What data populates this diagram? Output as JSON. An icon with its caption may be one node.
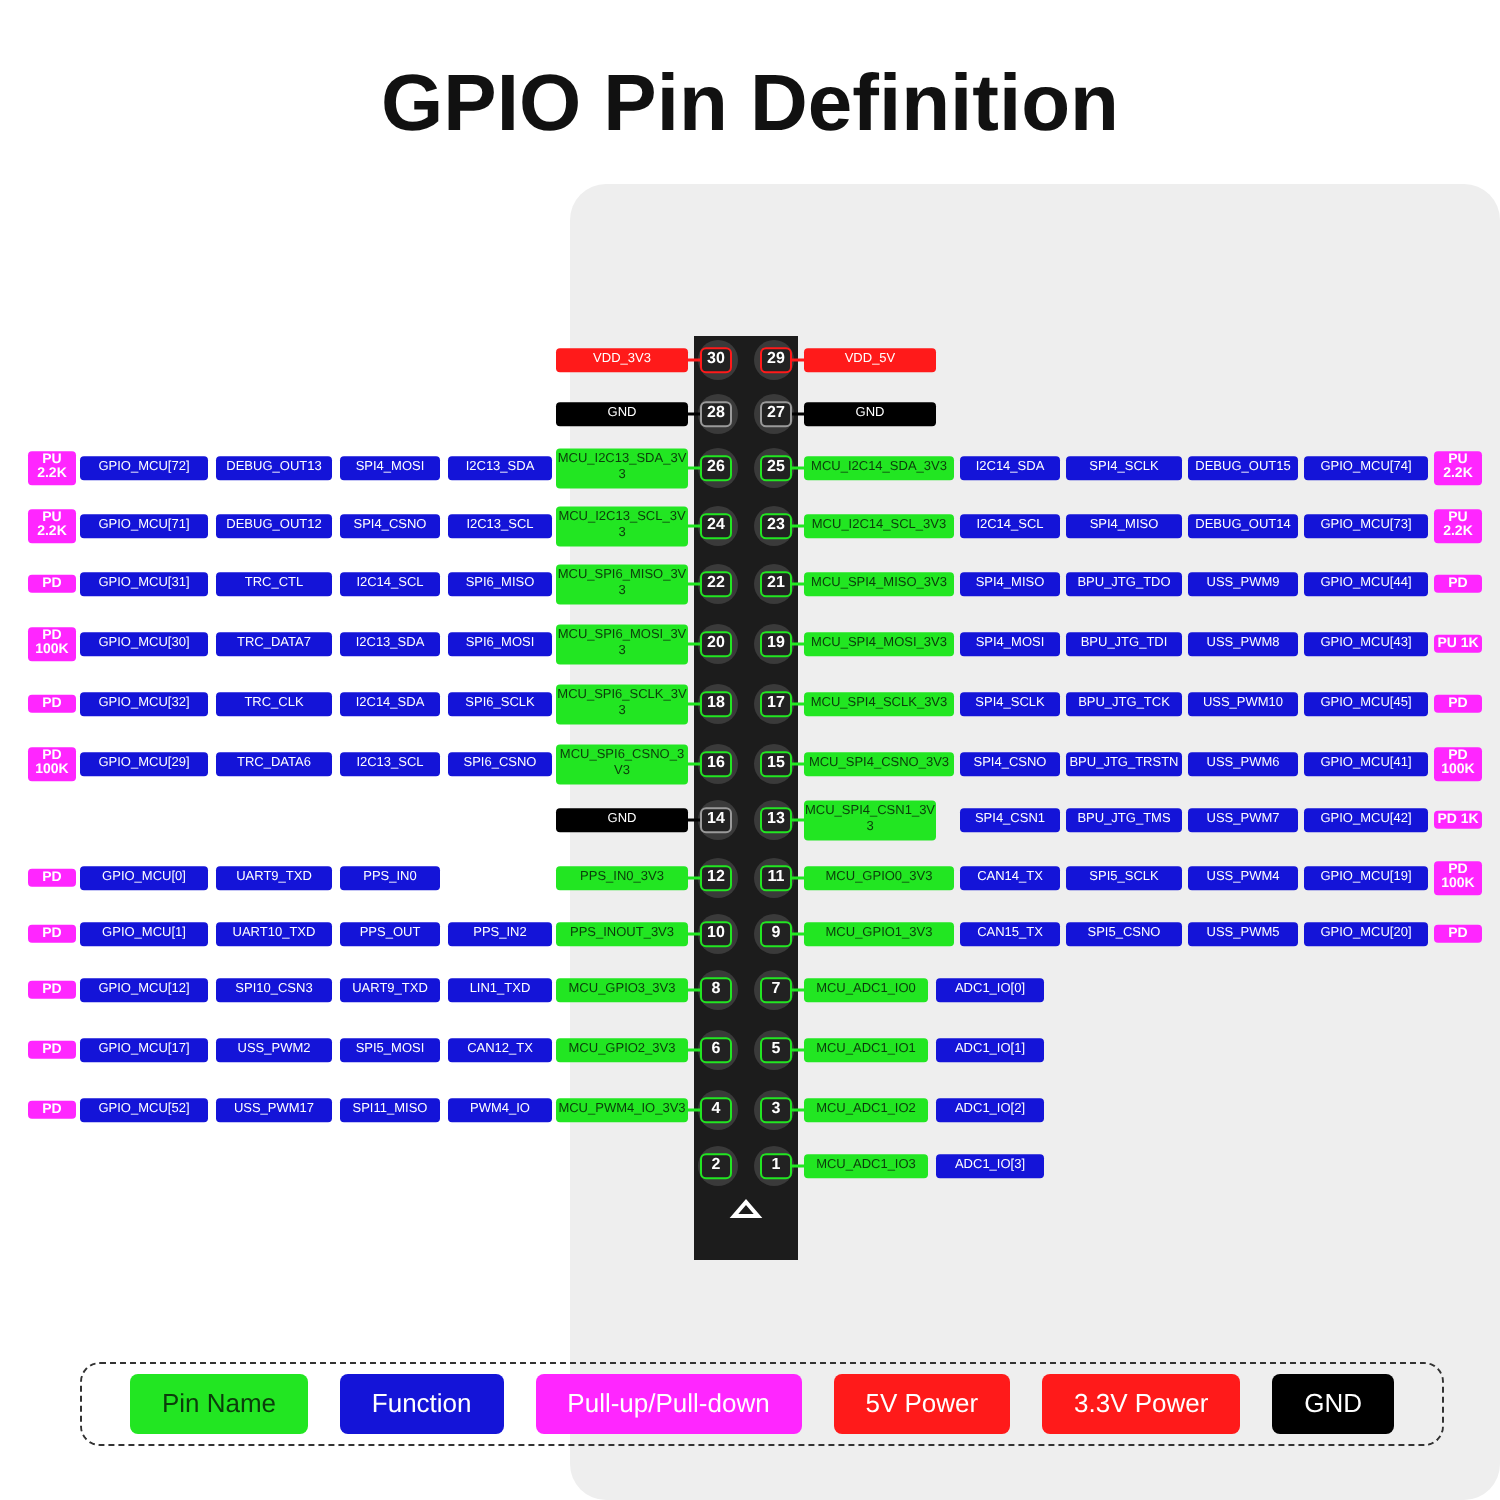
{
  "diagram": {
    "title": "GPIO Pin Definition",
    "nodes": [
      {
        "text": [
          "VDD_3V3"
        ]
      },
      {
        "text": [
          "30"
        ]
      },
      {
        "text": [
          "29"
        ]
      },
      {
        "text": [
          "VDD_5V"
        ]
      },
      {
        "text": [
          "GND"
        ]
      },
      {
        "text": [
          "28"
        ]
      },
      {
        "text": [
          "27"
        ]
      },
      {
        "text": [
          "GND"
        ]
      },
      {
        "text": [
          "PU 2.2K"
        ]
      },
      {
        "text": [
          "GPIO_MCU[72]"
        ]
      },
      {
        "text": [
          "DEBUG_OUT13"
        ]
      },
      {
        "text": [
          "SPI4_MOSI"
        ]
      },
      {
        "text": [
          "I2C13_SDA"
        ]
      },
      {
        "text": [
          "MCU_I2C13_SDA_3V3"
        ]
      },
      {
        "text": [
          "26"
        ]
      },
      {
        "text": [
          "25"
        ]
      },
      {
        "text": [
          "MCU_I2C14_SDA_3V3"
        ]
      },
      {
        "text": [
          "I2C14_SDA"
        ]
      },
      {
        "text": [
          "SPI4_SCLK"
        ]
      },
      {
        "text": [
          "DEBUG_OUT15"
        ]
      },
      {
        "text": [
          "GPIO_MCU[74]"
        ]
      },
      {
        "text": [
          "PU 2.2K"
        ]
      },
      {
        "text": [
          "PU 2.2K"
        ]
      },
      {
        "text": [
          "GPIO_MCU[71]"
        ]
      },
      {
        "text": [
          "DEBUG_OUT12"
        ]
      },
      {
        "text": [
          "SPI4_CSNO"
        ]
      },
      {
        "text": [
          "I2C13_SCL"
        ]
      },
      {
        "text": [
          "MCU_I2C13_SCL_3V3"
        ]
      },
      {
        "text": [
          "24"
        ]
      },
      {
        "text": [
          "23"
        ]
      },
      {
        "text": [
          "MCU_I2C14_SCL_3V3"
        ]
      },
      {
        "text": [
          "I2C14_SCL"
        ]
      },
      {
        "text": [
          "SPI4_MISO"
        ]
      },
      {
        "text": [
          "DEBUG_OUT14"
        ]
      },
      {
        "text": [
          "GPIO_MCU[73]"
        ]
      },
      {
        "text": [
          "PU 2.2K"
        ]
      },
      {
        "text": [
          "PD"
        ]
      },
      {
        "text": [
          "GPIO_MCU[31]"
        ]
      },
      {
        "text": [
          "TRC_CTL"
        ]
      },
      {
        "text": [
          "I2C14_SCL"
        ]
      },
      {
        "text": [
          "SPI6_MISO"
        ]
      },
      {
        "text": [
          "MCU_SPI6_MISO_3V3"
        ]
      },
      {
        "text": [
          "22"
        ]
      },
      {
        "text": [
          "21"
        ]
      },
      {
        "text": [
          "MCU_SPI4_MISO_3V3"
        ]
      },
      {
        "text": [
          "SPI4_MISO"
        ]
      },
      {
        "text": [
          "BPU_JTG_TDO"
        ]
      },
      {
        "text": [
          "USS_PWM9"
        ]
      },
      {
        "text": [
          "GPIO_MCU[44]"
        ]
      },
      {
        "text": [
          "PD"
        ]
      },
      {
        "text": [
          "PD 100K"
        ]
      },
      {
        "text": [
          "GPIO_MCU[30]"
        ]
      },
      {
        "text": [
          "TRC_DATA7"
        ]
      },
      {
        "text": [
          "I2C13_SDA"
        ]
      },
      {
        "text": [
          "SPI6_MOSI"
        ]
      },
      {
        "text": [
          "MCU_SPI6_MOSI_3V3"
        ]
      },
      {
        "text": [
          "20"
        ]
      },
      {
        "text": [
          "19"
        ]
      },
      {
        "text": [
          "MCU_SPI4_MOSI_3V3"
        ]
      },
      {
        "text": [
          "SPI4_MOSI"
        ]
      },
      {
        "text": [
          "BPU_JTG_TDI"
        ]
      },
      {
        "text": [
          "USS_PWM8"
        ]
      },
      {
        "text": [
          "GPIO_MCU[43]"
        ]
      },
      {
        "text": [
          "PU 1K"
        ]
      },
      {
        "text": [
          "PD"
        ]
      },
      {
        "text": [
          "GPIO_MCU[32]"
        ]
      },
      {
        "text": [
          "TRC_CLK"
        ]
      },
      {
        "text": [
          "I2C14_SDA"
        ]
      },
      {
        "text": [
          "SPI6_SCLK"
        ]
      },
      {
        "text": [
          "MCU_SPI6_SCLK_3V3"
        ]
      },
      {
        "text": [
          "18"
        ]
      },
      {
        "text": [
          "17"
        ]
      },
      {
        "text": [
          "MCU_SPI4_SCLK_3V3"
        ]
      },
      {
        "text": [
          "SPI4_SCLK"
        ]
      },
      {
        "text": [
          "BPU_JTG_TCK"
        ]
      },
      {
        "text": [
          "USS_PWM10"
        ]
      },
      {
        "text": [
          "GPIO_MCU[45]"
        ]
      },
      {
        "text": [
          "PD"
        ]
      },
      {
        "text": [
          "PD 100K"
        ]
      },
      {
        "text": [
          "GPIO_MCU[29]"
        ]
      },
      {
        "text": [
          "TRC_DATA6"
        ]
      },
      {
        "text": [
          "I2C13_SCL"
        ]
      },
      {
        "text": [
          "SPI6_CSNO"
        ]
      },
      {
        "text": [
          "MCU_SPI6_CSNO_3V3"
        ]
      },
      {
        "text": [
          "16"
        ]
      },
      {
        "text": [
          "15"
        ]
      },
      {
        "text": [
          "MCU_SPI4_CSNO_3V3"
        ]
      },
      {
        "text": [
          "SPI4_CSNO"
        ]
      },
      {
        "text": [
          "BPU_JTG_TRSTN"
        ]
      },
      {
        "text": [
          "USS_PWM6"
        ]
      },
      {
        "text": [
          "GPIO_MCU[41]"
        ]
      },
      {
        "text": [
          "PD 100K"
        ]
      },
      {
        "text": [
          "GND"
        ]
      },
      {
        "text": [
          "14"
        ]
      },
      {
        "text": [
          "13"
        ]
      },
      {
        "text": [
          "MCU_SPI4_CSN1_3V3"
        ]
      },
      {
        "text": [
          "SPI4_CSN1"
        ]
      },
      {
        "text": [
          "BPU_JTG_TMS"
        ]
      },
      {
        "text": [
          "USS_PWM7"
        ]
      },
      {
        "text": [
          "GPIO_MCU[42]"
        ]
      },
      {
        "text": [
          "PD 1K"
        ]
      },
      {
        "text": [
          "PD"
        ]
      },
      {
        "text": [
          "GPIO_MCU[0]"
        ]
      },
      {
        "text": [
          "UART9_TXD"
        ]
      },
      {
        "text": [
          "PPS_IN0"
        ]
      },
      {
        "text": [
          "PPS_IN0_3V3"
        ]
      },
      {
        "text": [
          "12"
        ]
      },
      {
        "text": [
          "11"
        ]
      },
      {
        "text": [
          "MCU_GPIO0_3V3"
        ]
      },
      {
        "text": [
          "CAN14_TX"
        ]
      },
      {
        "text": [
          "SPI5_SCLK"
        ]
      },
      {
        "text": [
          "USS_PWM4"
        ]
      },
      {
        "text": [
          "GPIO_MCU[19]"
        ]
      },
      {
        "text": [
          "PD 100K"
        ]
      },
      {
        "text": [
          "PD"
        ]
      },
      {
        "text": [
          "GPIO_MCU[1]"
        ]
      },
      {
        "text": [
          "UART10_TXD"
        ]
      },
      {
        "text": [
          "PPS_OUT"
        ]
      },
      {
        "text": [
          "PPS_IN2"
        ]
      },
      {
        "text": [
          "PPS_INOUT_3V3"
        ]
      },
      {
        "text": [
          "10"
        ]
      },
      {
        "text": [
          "9"
        ]
      },
      {
        "text": [
          "MCU_GPIO1_3V3"
        ]
      },
      {
        "text": [
          "CAN15_TX"
        ]
      },
      {
        "text": [
          "SPI5_CSNO"
        ]
      },
      {
        "text": [
          "USS_PWM5"
        ]
      },
      {
        "text": [
          "GPIO_MCU[20]"
        ]
      },
      {
        "text": [
          "PD"
        ]
      },
      {
        "text": [
          "PD"
        ]
      },
      {
        "text": [
          "GPIO_MCU[12]"
        ]
      },
      {
        "text": [
          "SPI10_CSN3"
        ]
      },
      {
        "text": [
          "UART9_TXD"
        ]
      },
      {
        "text": [
          "LIN1_TXD"
        ]
      },
      {
        "text": [
          "MCU_GPIO3_3V3"
        ]
      },
      {
        "text": [
          "8"
        ]
      },
      {
        "text": [
          "7"
        ]
      },
      {
        "text": [
          "MCU_ADC1_IO0"
        ]
      },
      {
        "text": [
          "ADC1_IO[0]"
        ]
      },
      {
        "text": [
          "PD"
        ]
      },
      {
        "text": [
          "GPIO_MCU[17]"
        ]
      },
      {
        "text": [
          "USS_PWM2"
        ]
      },
      {
        "text": [
          "SPI5_MOSI"
        ]
      },
      {
        "text": [
          "CAN12_TX"
        ]
      },
      {
        "text": [
          "MCU_GPIO2_3V3"
        ]
      },
      {
        "text": [
          "6"
        ]
      },
      {
        "text": [
          "5"
        ]
      },
      {
        "text": [
          "MCU_ADC1_IO1"
        ]
      },
      {
        "text": [
          "ADC1_IO[1]"
        ]
      },
      {
        "text": [
          "PD"
        ]
      },
      {
        "text": [
          "GPIO_MCU[52]"
        ]
      },
      {
        "text": [
          "USS_PWM17"
        ]
      },
      {
        "text": [
          "SPI11_MISO"
        ]
      },
      {
        "text": [
          "PWM4_IO"
        ]
      },
      {
        "text": [
          "MCU_PWM4_IO_3V3"
        ]
      },
      {
        "text": [
          "4"
        ]
      },
      {
        "text": [
          "3"
        ]
      },
      {
        "text": [
          "MCU_ADC1_IO2"
        ]
      },
      {
        "text": [
          "ADC1_IO[2]"
        ]
      },
      {
        "text": [
          "2"
        ]
      },
      {
        "text": [
          "1"
        ]
      },
      {
        "text": [
          "MCU_ADC1_IO3"
        ]
      },
      {
        "text": [
          "ADC1_IO[3]"
        ]
      }
    ],
    "edges": [
      {
        "from": 0,
        "to": 1,
        "arrow": "none",
        "color": "#ff1a1a"
      },
      {
        "from": 2,
        "to": 3,
        "arrow": "none",
        "color": "#ff1a1a"
      },
      {
        "from": 4,
        "to": 5,
        "arrow": "none",
        "color": "#000000"
      },
      {
        "from": 6,
        "to": 7,
        "arrow": "none",
        "color": "#000000"
      },
      {
        "from": 13,
        "to": 14,
        "arrow": "none"
      },
      {
        "from": 15,
        "to": 16,
        "arrow": "none"
      },
      {
        "from": 27,
        "to": 28,
        "arrow": "none"
      },
      {
        "from": 29,
        "to": 30,
        "arrow": "none"
      },
      {
        "from": 41,
        "to": 42,
        "arrow": "none"
      },
      {
        "from": 43,
        "to": 44,
        "arrow": "none"
      },
      {
        "from": 55,
        "to": 56,
        "arrow": "none"
      },
      {
        "from": 57,
        "to": 58,
        "arrow": "none"
      },
      {
        "from": 69,
        "to": 70,
        "arrow": "none"
      },
      {
        "from": 71,
        "to": 72,
        "arrow": "none"
      },
      {
        "from": 83,
        "to": 84,
        "arrow": "none"
      },
      {
        "from": 85,
        "to": 86,
        "arrow": "none"
      },
      {
        "from": 92,
        "to": 93,
        "arrow": "none",
        "color": "#000000"
      },
      {
        "from": 94,
        "to": 95,
        "arrow": "none"
      },
      {
        "from": 105,
        "to": 106,
        "arrow": "none"
      },
      {
        "from": 107,
        "to": 108,
        "arrow": "none"
      },
      {
        "from": 119,
        "to": 120,
        "arrow": "none"
      },
      {
        "from": 121,
        "to": 122,
        "arrow": "none"
      },
      {
        "from": 133,
        "to": 134,
        "arrow": "none"
      },
      {
        "from": 135,
        "to": 136,
        "arrow": "none"
      },
      {
        "from": 143,
        "to": 144,
        "arrow": "none"
      },
      {
        "from": 145,
        "to": 146,
        "arrow": "none"
      },
      {
        "from": 153,
        "to": 154,
        "arrow": "none"
      },
      {
        "from": 155,
        "to": 156,
        "arrow": "none"
      },
      {
        "from": 159,
        "to": 160,
        "arrow": "none"
      }
    ],
    "legend": [
      {
        "text": "Pin Name",
        "color": "#22e622"
      },
      {
        "text": "Function",
        "color": "#1414d8"
      },
      {
        "text": "Pull-up/Pull-down",
        "color": "#ff26ff"
      },
      {
        "text": "5V Power",
        "color": "#ff1a1a"
      },
      {
        "text": "3.3V Power",
        "color": "#ff1a1a"
      },
      {
        "text": "GND",
        "color": "#000000"
      }
    ]
  }
}
